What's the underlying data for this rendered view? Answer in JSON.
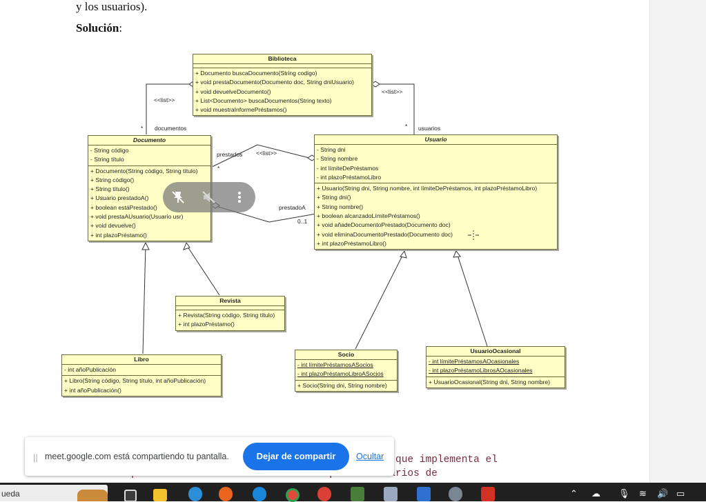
{
  "document": {
    "intro_text": "y los usuarios).",
    "solution_label": "Solución",
    "solution_colon": ":",
    "code_line1": "que implementa el",
    "code_line2": "comportamiento común de todos los tipos de usuarios de"
  },
  "diagram": {
    "biblioteca": {
      "name": "Biblioteca",
      "methods": [
        "+ Documento buscaDocumento(String codigo)",
        "+ void prestaDocumento(Documento doc, String dniUsuario)",
        "+ void devuelveDocumento()",
        "+ List<Documento> buscaDocumentos(String texto)",
        "+ void muestraInformePréstamos()"
      ]
    },
    "documento": {
      "name": "Documento",
      "attributes": [
        "- String código",
        "- String título"
      ],
      "methods": [
        "+ Documento(String código, String título)",
        "+ String código()",
        "+ String título()",
        "+ Usuario prestadoA()",
        "+ boolean estáPrestado()",
        "+ void prestaAUsuario(Usuario usr)",
        "+ void devuelve()",
        "+ int plazoPréstamo()"
      ]
    },
    "usuario": {
      "name": "Usuario",
      "attributes": [
        "- String dni",
        "- String nombre",
        "- int límiteDePréstamos",
        "- int plazoPréstamoLibro"
      ],
      "methods": [
        "+ Usuario(String dni, String nombre, int límiteDePréstamos, int plazoPréstamoLibro)",
        "+ String dni()",
        "+ String nombre()",
        "+ boolean alcanzadoLímitePréstamos()",
        "+ void añadeDocumentoPrestado(Documento doc)",
        "+ void eliminaDocumentoPrestado(Documento doc)",
        "+ int plazoPréstamoLibro()"
      ]
    },
    "revista": {
      "name": "Revista",
      "methods": [
        "+ Revista(String código, String título)",
        "+ int plazoPréstamo()"
      ]
    },
    "libro": {
      "name": "Libro",
      "attributes": [
        "- int añoPublicación"
      ],
      "methods": [
        "+ Libro(String código, String título, int añoPublicación)",
        "+ int añoPublicación()"
      ]
    },
    "socio": {
      "name": "Socio",
      "attributes": [
        "- int límitePréstamosASocios",
        "- int plazoPréstamoLibroASocios"
      ],
      "methods": [
        "+ Socio(String dni, String nombre)"
      ]
    },
    "usuario_ocasional": {
      "name": "UsuarioOcasional",
      "attributes": [
        "- int límitePréstamosAOcasionales",
        "- int plazoPréstamoLibrosAOcasionales"
      ],
      "methods": [
        "+ UsuarioOcasional(String dni, String nombre)"
      ]
    },
    "labels": {
      "list_left": "<<list>>",
      "list_right": "<<list>>",
      "list_middle": "<<list>>",
      "star1": "*",
      "documentos": "documentos",
      "star2": "*",
      "usuarios": "usuarios",
      "prestados": "prestados",
      "star3": "*",
      "prestadoA": "prestadoA",
      "mult": "0..1"
    }
  },
  "video_overlay": {
    "icons": [
      "pin-off-icon",
      "mute-icon",
      "more-vert-icon"
    ]
  },
  "share_bar": {
    "message": "meet.google.com está compartiendo tu pantalla.",
    "stop_button": "Dejar de compartir",
    "hide_link": "Ocultar"
  },
  "taskbar": {
    "search_text": "ueda",
    "app_icons": [
      "widget-icon",
      "task-view-icon",
      "file-explorer-icon",
      "edge-icon",
      "firefox-icon",
      "skype-icon",
      "chrome-icon",
      "chrome-profile-icon",
      "notepad-icon",
      "app-icon",
      "notes-icon",
      "settings-icon",
      "acrobat-icon"
    ],
    "tray_icons": [
      "chevron-up-icon",
      "cloud-icon",
      "mic-icon",
      "wifi-icon",
      "volume-icon",
      "battery-icon"
    ],
    "colors": {
      "background": "#202020",
      "stop_button": "#1a73e8",
      "uml_fill": "#ffffc6"
    }
  }
}
